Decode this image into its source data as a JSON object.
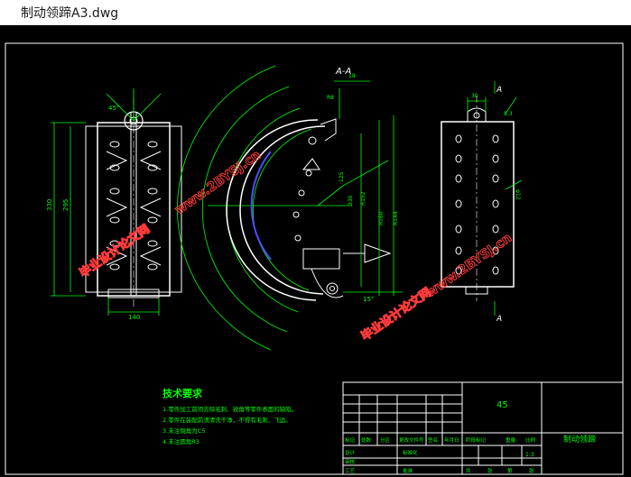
{
  "window": {
    "title": "制动领蹄A3.dwg"
  },
  "colors": {
    "background": "#000000",
    "border": "#ffffff",
    "geometry": "#ffffff",
    "dimension": "#00ff00",
    "watermark": "#ff3b3b",
    "hatch": "#4d4dff"
  },
  "drawing": {
    "section_label": "A-A",
    "view_a_top": "A",
    "view_a_bottom": "A",
    "dims_front": {
      "height_outer": "330",
      "height_inner": "295",
      "width_bottom": "140",
      "top_angle": "45°"
    },
    "dims_section": {
      "d1": "R152",
      "d2": "R160",
      "d3": "R144",
      "d4": "R8",
      "angle": "15°",
      "d5": "330",
      "d6": "125",
      "d7": "18"
    },
    "dims_right": {
      "top_width": "30",
      "top_right": "8.3",
      "right_hole": "φ12"
    },
    "watermark_url": "www.2BYSJ.cn",
    "watermark_text": "毕业设计论文网"
  },
  "tech_requirements": {
    "heading": "技术要求",
    "items": [
      "1.零件加工前须去除毛刺、锐角等零件表面的缺陷。",
      "2.零件在装配前须清洗干净，不得有毛刺、飞边。",
      "3.未注倒角为C5",
      "4.未注圆角R3"
    ]
  },
  "title_block": {
    "material": "45",
    "part_name": "制动领蹄",
    "row_labels": [
      "标记",
      "处数",
      "分区",
      "更改文件号",
      "签名",
      "年月日"
    ],
    "design": "设计",
    "standardize": "标准化",
    "audit": "审核",
    "process": "工艺",
    "approve": "批准",
    "stage": "阶段标记",
    "weight": "重量",
    "scale_label": "比例",
    "scale": "1:3",
    "sheets": [
      "共",
      "张",
      "第",
      "张"
    ]
  }
}
